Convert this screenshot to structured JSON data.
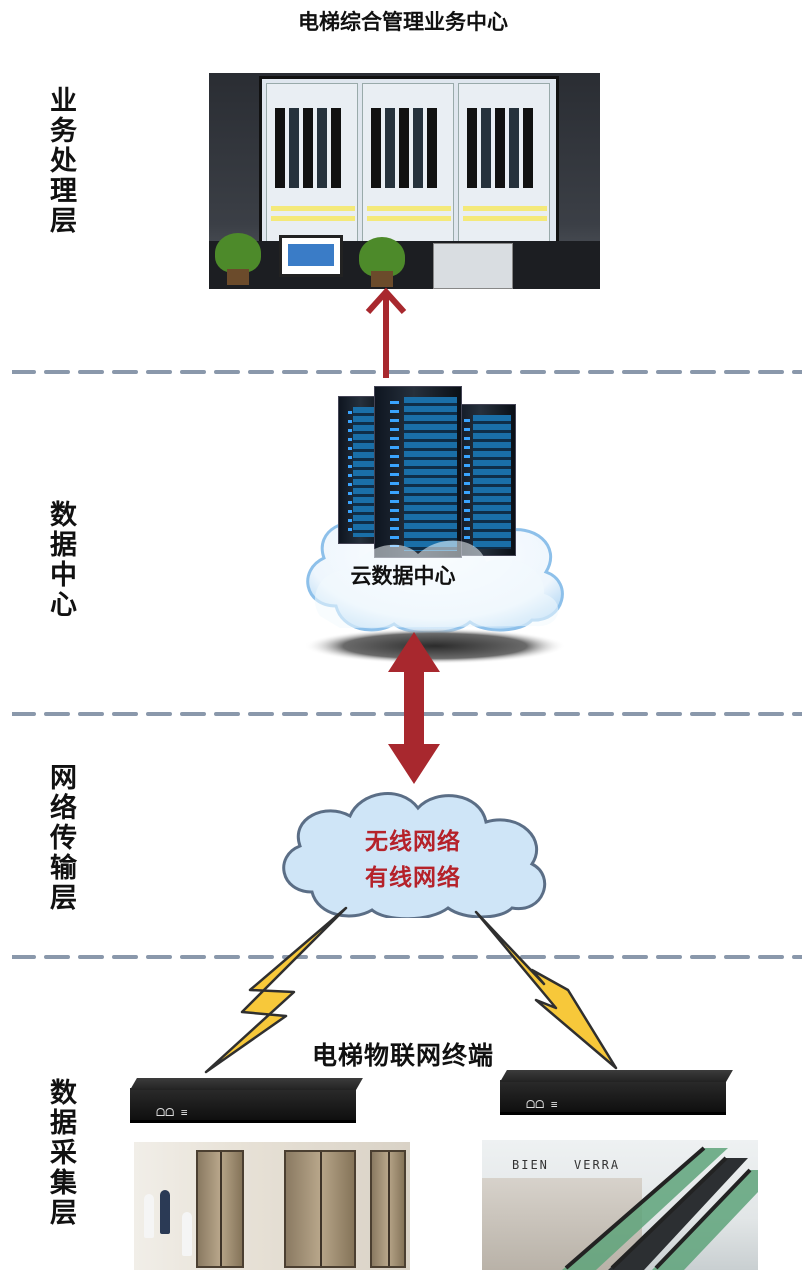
{
  "title": "电梯综合管理业务中心",
  "layers": [
    {
      "id": "business",
      "label": "业务处理层"
    },
    {
      "id": "datacenter",
      "label": "数据中心"
    },
    {
      "id": "network",
      "label": "网络传输层"
    },
    {
      "id": "collection",
      "label": "数据采集层"
    }
  ],
  "cloud_datacenter": {
    "label": "云数据中心"
  },
  "network_cloud": {
    "line1": "无线网络",
    "line2": "有线网络"
  },
  "terminal": {
    "label": "电梯物联网终端"
  },
  "device_logo": "ᗝᗝ ≡",
  "escalator_photo_signs": [
    "BIEN",
    "VERRA"
  ],
  "colors": {
    "arrow": "#a8282e",
    "divider": "#8a98ab",
    "cloud_fill": "#cfe5f7",
    "cloud_stroke": "#5b6e86",
    "lightning_fill": "#f7c83a",
    "lightning_stroke": "#2f2f2f",
    "network_text": "#b5222a"
  }
}
